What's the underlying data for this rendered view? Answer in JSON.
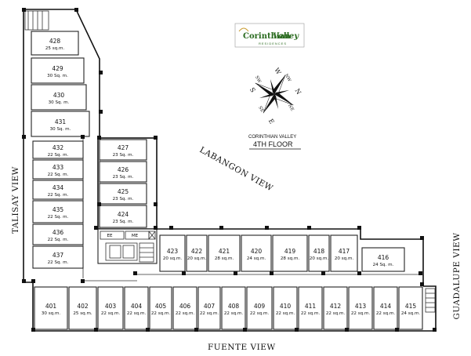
{
  "logo": {
    "brand_left": "Corinthian",
    "brand_right": "Valley",
    "brand_sub": "RESIDENCES",
    "color": "#2a6b1f"
  },
  "building": "CORINTHIAN VALLEY",
  "floor": "4TH FLOOR",
  "compass": {
    "n": "N",
    "s": "S",
    "e": "E",
    "w": "W",
    "ne": "NE",
    "nw": "NW",
    "se": "SE",
    "sw": "SW"
  },
  "views": {
    "talisay": "TALISAY VIEW",
    "labangon": "LABANGON VIEW",
    "fuente": "FUENTE VIEW",
    "guadalupe": "GUADALUPE VIEW"
  },
  "service": {
    "ee": "EE",
    "me": "ME"
  },
  "units": {
    "u428": {
      "num": "428",
      "area": "25 sq.m."
    },
    "u429": {
      "num": "429",
      "area": "30 Sq. m."
    },
    "u430": {
      "num": "430",
      "area": "30 Sq. m."
    },
    "u431": {
      "num": "431",
      "area": "30 Sq. m."
    },
    "u432": {
      "num": "432",
      "area": "22 Sq. m."
    },
    "u433": {
      "num": "433",
      "area": "22 Sq. m."
    },
    "u434": {
      "num": "434",
      "area": "22 Sq. m."
    },
    "u435": {
      "num": "435",
      "area": "22 Sq. m."
    },
    "u436": {
      "num": "436",
      "area": "22 Sq. m."
    },
    "u437": {
      "num": "437",
      "area": "22 Sq. m."
    },
    "u427": {
      "num": "427",
      "area": "23 Sq. m."
    },
    "u426": {
      "num": "426",
      "area": "23 Sq. m."
    },
    "u425": {
      "num": "425",
      "area": "23 Sq. m."
    },
    "u424": {
      "num": "424",
      "area": "23 Sq. m."
    },
    "u423": {
      "num": "423",
      "area": "20 sq.m."
    },
    "u422": {
      "num": "422",
      "area": "20 sq.m."
    },
    "u421": {
      "num": "421",
      "area": "28 sq.m."
    },
    "u420": {
      "num": "420",
      "area": "24 sq.m."
    },
    "u419": {
      "num": "419",
      "area": "28 sq.m."
    },
    "u418": {
      "num": "418",
      "area": "20 sq.m."
    },
    "u417": {
      "num": "417",
      "area": "20 sq.m."
    },
    "u416": {
      "num": "416",
      "area": "24 Sq. m."
    },
    "u401": {
      "num": "401",
      "area": "30 sq.m."
    },
    "u402": {
      "num": "402",
      "area": "25 sq.m."
    },
    "u403": {
      "num": "403",
      "area": "22 sq.m."
    },
    "u404": {
      "num": "404",
      "area": "22 sq.m."
    },
    "u405": {
      "num": "405",
      "area": "22 sq.m."
    },
    "u406": {
      "num": "406",
      "area": "22 sq.m."
    },
    "u407": {
      "num": "407",
      "area": "22 sq.m."
    },
    "u408": {
      "num": "408",
      "area": "22 sq.m."
    },
    "u409": {
      "num": "409",
      "area": "22 sq.m."
    },
    "u410": {
      "num": "410",
      "area": "22 sq.m."
    },
    "u411": {
      "num": "411",
      "area": "22 sq.m."
    },
    "u412": {
      "num": "412",
      "area": "22 sq.m."
    },
    "u413": {
      "num": "413",
      "area": "22 sq.m."
    },
    "u414": {
      "num": "414",
      "area": "22 sq.m."
    },
    "u415": {
      "num": "415",
      "area": "24 sq.m."
    }
  }
}
